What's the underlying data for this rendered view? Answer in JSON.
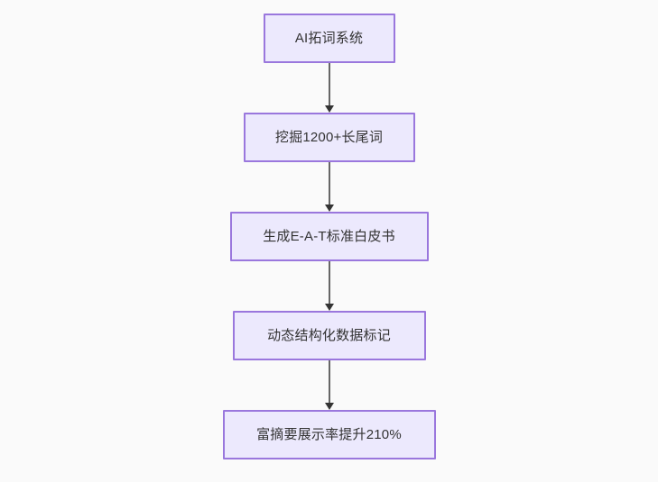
{
  "diagram": {
    "type": "flowchart",
    "orientation": "top-to-bottom",
    "background_color": "#fafafa",
    "node_fill_color": "#ece9fd",
    "node_border_color": "#9a77dd",
    "node_text_color": "#333333",
    "connector_color": "#666666",
    "arrowhead_color": "#333333",
    "nodes": [
      {
        "id": "n1",
        "label": "AI拓词系统"
      },
      {
        "id": "n2",
        "label": "挖掘1200+长尾词"
      },
      {
        "id": "n3",
        "label": "生成E-A-T标准白皮书"
      },
      {
        "id": "n4",
        "label": "动态结构化数据标记"
      },
      {
        "id": "n5",
        "label": "富摘要展示率提升210%"
      }
    ],
    "edges": [
      {
        "from": "n1",
        "to": "n2",
        "label": ""
      },
      {
        "from": "n2",
        "to": "n3",
        "label": ""
      },
      {
        "from": "n3",
        "to": "n4",
        "label": ""
      },
      {
        "from": "n4",
        "to": "n5",
        "label": ""
      }
    ]
  }
}
